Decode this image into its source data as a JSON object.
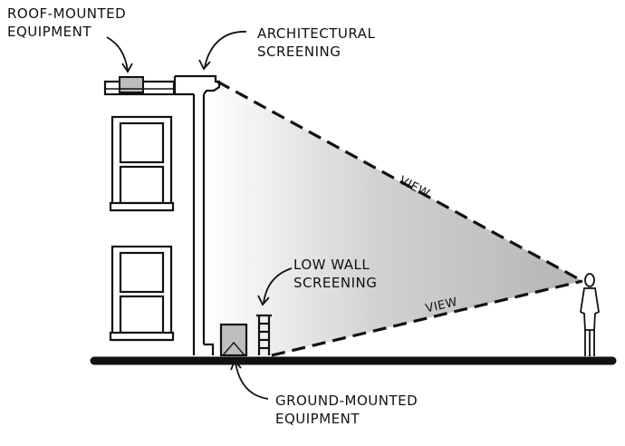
{
  "labels": {
    "roof_mounted_equipment": [
      "ROOF-MOUNTED",
      "EQUIPMENT"
    ],
    "architectural_screening": [
      "ARCHITECTURAL",
      "SCREENING"
    ],
    "low_wall_screening": [
      "LOW WALL",
      "SCREENING"
    ],
    "ground_mounted_equipment": [
      "GROUND-MOUNTED",
      "EQUIPMENT"
    ],
    "view_upper": "VIEW",
    "view_lower": "VIEW"
  },
  "colors": {
    "ink": "#111111",
    "view_shade": "#bdbdbd",
    "equipment_fill": "#bdbdbd",
    "background": "#ffffff"
  }
}
